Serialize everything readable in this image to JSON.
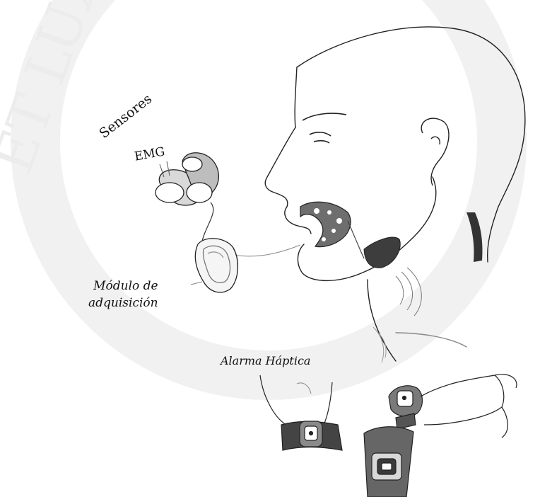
{
  "labels": {
    "sensores": "Sensores",
    "emg": "EMG",
    "modulo_line1": "Módulo de",
    "modulo_line2": "adquisición",
    "alarma": "Alarma Háptica"
  },
  "watermark_text": "ET LUX",
  "colors": {
    "ink": "#222222",
    "shadow": "#3a3a3a",
    "watermark": "#ececec"
  }
}
